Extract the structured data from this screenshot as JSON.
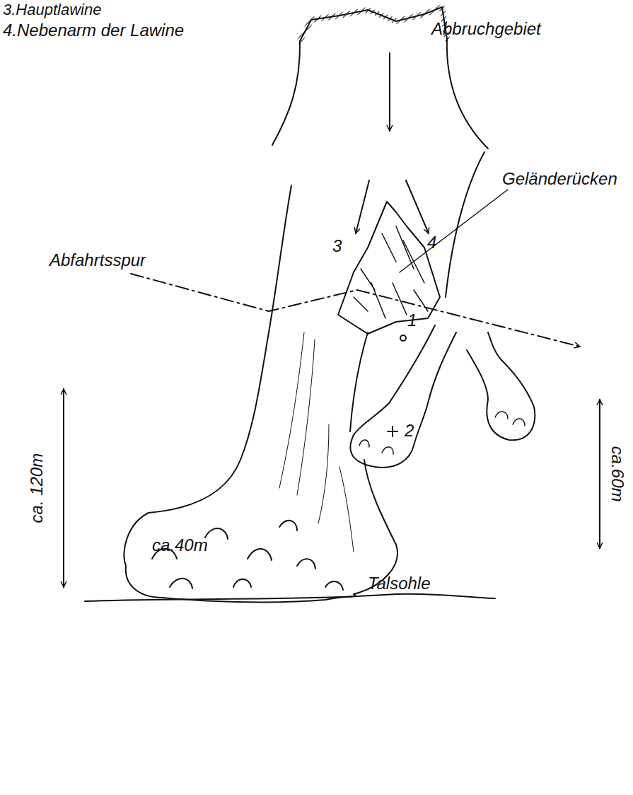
{
  "diagram": {
    "labels": [
      "3.Hauptlawine",
      "4.Nebenarm der Lawine",
      "Abbruchgebiet",
      "Geländerücken",
      "Abfahrtsspur",
      "1",
      "2",
      "3",
      "4",
      "ca. 120m",
      "ca.60m",
      "ca.40m",
      "Talsohle"
    ]
  }
}
